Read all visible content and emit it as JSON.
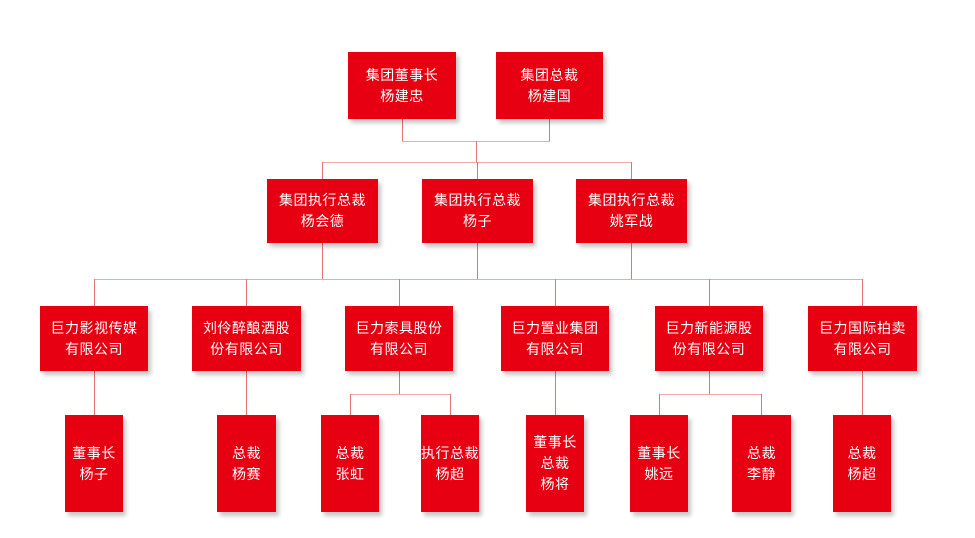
{
  "page": {
    "background_color": "#ffffff"
  },
  "theme": {
    "box_color": "#e60012",
    "text_color": "#ffffff",
    "line_color_vertical": "#e57373",
    "line_color_horizontal": "#f2a8a8"
  },
  "org_chart": {
    "type": "organization-chart",
    "nodes": [
      {
        "id": "group-chairman",
        "level": 1,
        "title": "集团董事长",
        "name": "杨建忠",
        "label": "集团董事长\n杨建忠",
        "parent": null
      },
      {
        "id": "group-president",
        "level": 1,
        "title": "集团总裁",
        "name": "杨建国",
        "label": "集团总裁\n杨建国",
        "parent": null
      },
      {
        "id": "exec-yang-huide",
        "level": 2,
        "title": "集团执行总裁",
        "name": "杨会德",
        "label": "集团执行总裁\n杨会德",
        "parent": "group"
      },
      {
        "id": "exec-yang-zi",
        "level": 2,
        "title": "集团执行总裁",
        "name": "杨子",
        "label": "集团执行总裁\n杨子",
        "parent": "group"
      },
      {
        "id": "exec-yao-junzhan",
        "level": 2,
        "title": "集团执行总裁",
        "name": "姚军战",
        "label": "集团执行总裁\n姚军战",
        "parent": "group"
      },
      {
        "id": "company-media",
        "level": 3,
        "title": "巨力影视传媒有限公司",
        "name": "",
        "label": "巨力影视传媒\n有限公司",
        "parent": "exec-bus"
      },
      {
        "id": "company-liquor",
        "level": 3,
        "title": "刘伶醉酿酒股份有限公司",
        "name": "",
        "label": "刘伶醉酿酒股\n份有限公司",
        "parent": "exec-bus"
      },
      {
        "id": "company-rigging",
        "level": 3,
        "title": "巨力索具股份有限公司",
        "name": "",
        "label": "巨力索具股份\n有限公司",
        "parent": "exec-bus"
      },
      {
        "id": "company-realestate",
        "level": 3,
        "title": "巨力置业集团有限公司",
        "name": "",
        "label": "巨力置业集团\n有限公司",
        "parent": "exec-bus"
      },
      {
        "id": "company-newenergy",
        "level": 3,
        "title": "巨力新能源股份有限公司",
        "name": "",
        "label": "巨力新能源股\n份有限公司",
        "parent": "exec-bus"
      },
      {
        "id": "company-auction",
        "level": 3,
        "title": "巨力国际拍卖有限公司",
        "name": "",
        "label": "巨力国际拍卖\n有限公司",
        "parent": "exec-bus"
      },
      {
        "id": "leader-yang-zi",
        "level": 4,
        "title": "董事长",
        "name": "杨子",
        "label": "董事长\n杨子",
        "parent": "company-media"
      },
      {
        "id": "leader-yang-sai",
        "level": 4,
        "title": "总裁",
        "name": "杨赛",
        "label": "总裁\n杨赛",
        "parent": "company-liquor"
      },
      {
        "id": "leader-zhang-hong",
        "level": 4,
        "title": "总裁",
        "name": "张虹",
        "label": "总裁\n张虹",
        "parent": "company-rigging"
      },
      {
        "id": "leader-yang-chao-exec",
        "level": 4,
        "title": "执行总裁",
        "name": "杨超",
        "label": "执行总裁\n杨超",
        "parent": "company-rigging"
      },
      {
        "id": "leader-yang-jiang",
        "level": 4,
        "title": "董事长 总裁",
        "name": "杨将",
        "label": "董事长\n总裁\n杨将",
        "parent": "company-realestate"
      },
      {
        "id": "leader-yao-yuan",
        "level": 4,
        "title": "董事长",
        "name": "姚远",
        "label": "董事长\n姚远",
        "parent": "company-newenergy"
      },
      {
        "id": "leader-li-jing",
        "level": 4,
        "title": "总裁",
        "name": "李静",
        "label": "总裁\n李静",
        "parent": "company-newenergy"
      },
      {
        "id": "leader-yang-chao",
        "level": 4,
        "title": "总裁",
        "name": "杨超",
        "label": "总裁\n杨超",
        "parent": "company-auction"
      }
    ]
  }
}
